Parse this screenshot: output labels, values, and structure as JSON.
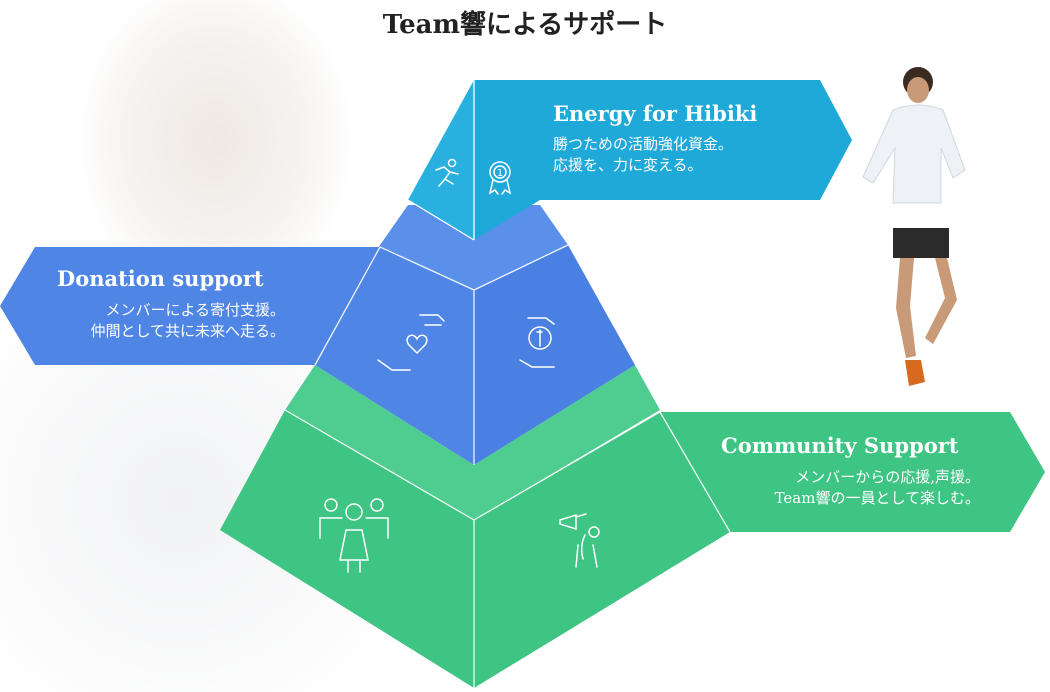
{
  "title": "Team響によるサポート",
  "tiers": {
    "energy": {
      "title": "Energy for Hibiki",
      "lines": [
        "勝つための活動強化資金。",
        "応援を、力に変える。"
      ],
      "color": "#1fa9d9"
    },
    "donation": {
      "title": "Donation support",
      "lines": [
        "メンバーによる寄付支援。",
        "仲間として共に未来へ走る。"
      ],
      "color": "#4f86e6"
    },
    "community": {
      "title": "Community Support",
      "lines": [
        "メンバーからの応援,声援。",
        "Team響の一員として楽しむ。"
      ],
      "color": "#3ec483"
    }
  },
  "icons": [
    "runner-icon",
    "medal-icon",
    "heart-hands-icon",
    "money-hands-icon",
    "group-icon",
    "megaphone-icon"
  ],
  "medal_number": "1"
}
